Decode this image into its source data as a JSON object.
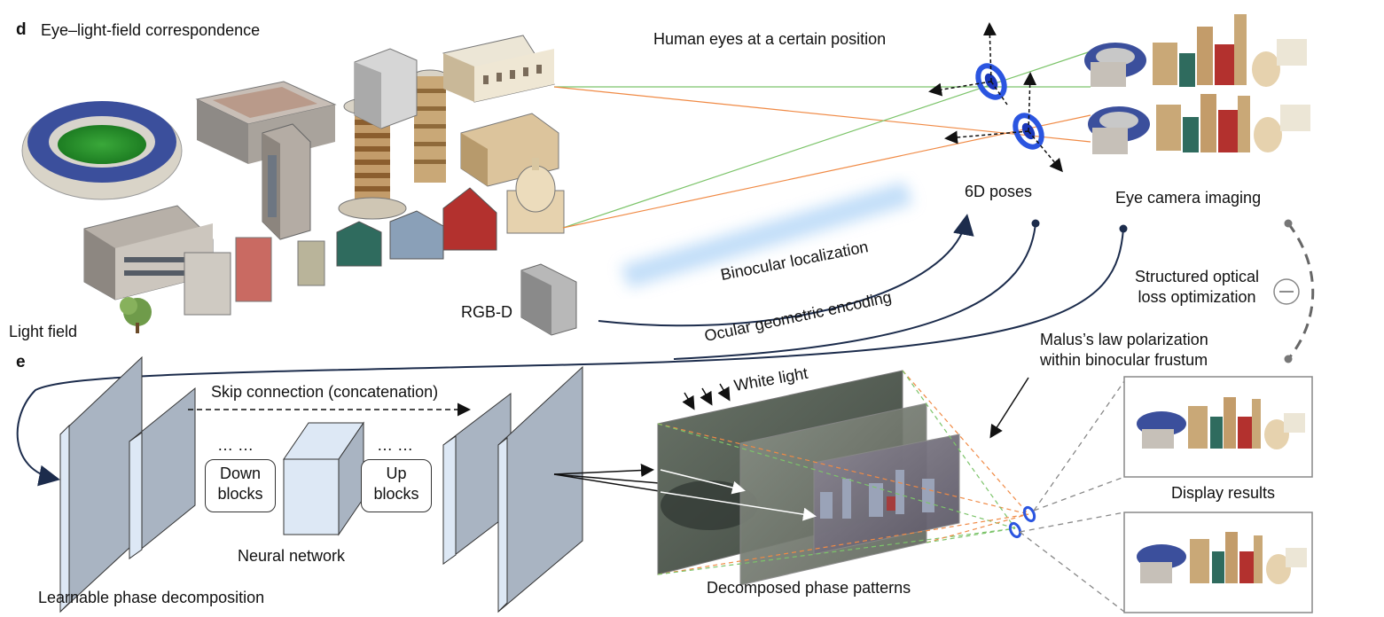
{
  "panel_d": {
    "letter": "d",
    "title": "Eye–light-field correspondence",
    "light_field": "Light field",
    "rgbd": "RGB-D",
    "human_eyes": "Human eyes at a certain position",
    "poses": "6D poses",
    "eye_camera": "Eye camera imaging",
    "binocular": "Binocular localization",
    "ocular": "Ocular geometric encoding",
    "structured_l1": "Structured optical",
    "structured_l2": "loss optimization",
    "malus_l1": "Malus’s law polarization",
    "malus_l2": "within binocular frustum"
  },
  "panel_e": {
    "letter": "e",
    "skip": "Skip connection (concatenation)",
    "dots_left": "… …",
    "dots_right": "… …",
    "down_l1": "Down",
    "down_l2": "blocks",
    "up_l1": "Up",
    "up_l2": "blocks",
    "neural": "Neural network",
    "learnable": "Learnable phase decomposition",
    "white_light": "White light",
    "decomposed": "Decomposed phase patterns",
    "display": "Display results"
  },
  "colors": {
    "green_line": "#7cc46a",
    "orange_line": "#f08a45",
    "navy_arrow": "#1c2c4c",
    "panel_face": "#a9b4c2",
    "panel_edge": "#dde8f5",
    "eye_blue": "#2b55e0"
  }
}
